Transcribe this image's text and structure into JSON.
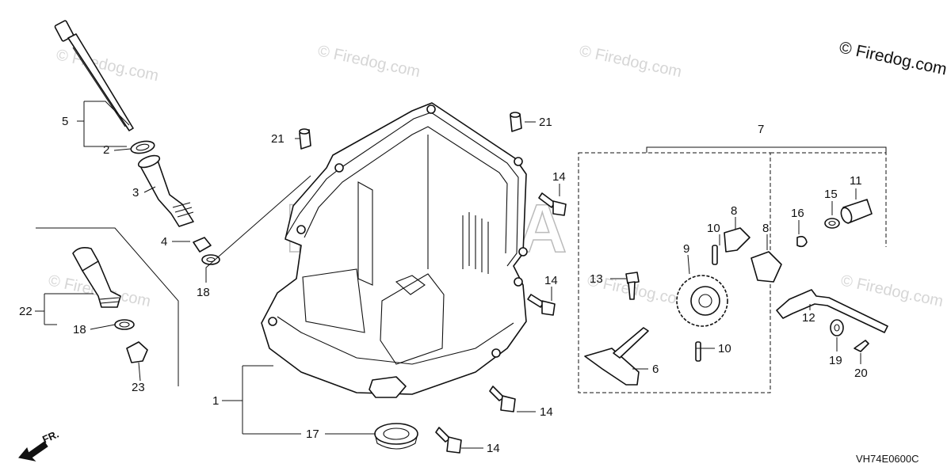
{
  "copyright": "© Firedog.com",
  "watermark": "© Firedog.com",
  "diagram_code": "VH74E0600C",
  "direction_label": "FR.",
  "brand_text": "HONDA",
  "callouts": {
    "c1": "1",
    "c2": "2",
    "c3": "3",
    "c4": "4",
    "c5": "5",
    "c6": "6",
    "c7": "7",
    "c8a": "8",
    "c8b": "8",
    "c9": "9",
    "c10a": "10",
    "c10b": "10",
    "c11": "11",
    "c12": "12",
    "c13": "13",
    "c14a": "14",
    "c14b": "14",
    "c14c": "14",
    "c14d": "14",
    "c15": "15",
    "c16": "16",
    "c17": "17",
    "c18a": "18",
    "c18b": "18",
    "c19": "19",
    "c20": "20",
    "c21a": "21",
    "c21b": "21",
    "c22": "22",
    "c23": "23"
  }
}
